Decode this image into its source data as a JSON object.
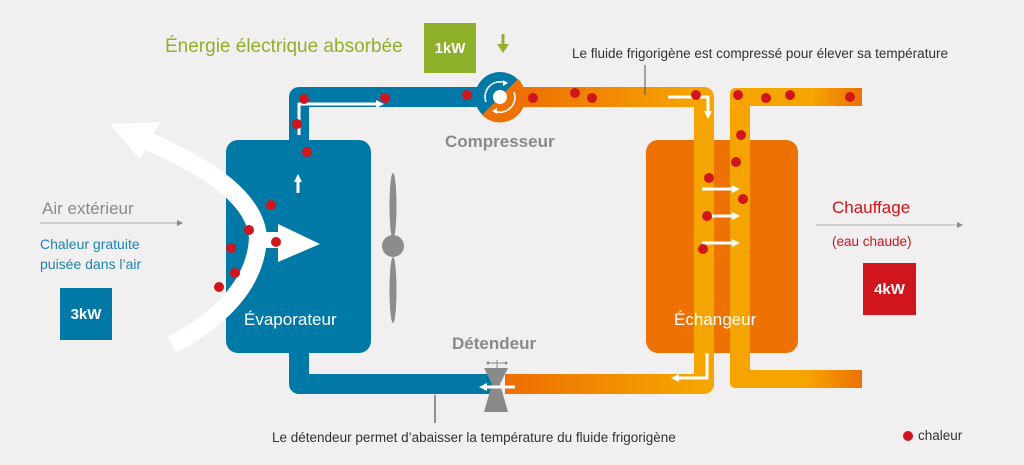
{
  "colors": {
    "background": "#f1eff0",
    "cold_blue": "#0079a7",
    "hot_orange": "#ee7203",
    "warm_yellow": "#f6a500",
    "heat_dot_red": "#d0151c",
    "electric_green": "#8fb12a",
    "label_grey": "#8a8a8a",
    "text_dark": "#333333",
    "fan_grey": "#8c8c8c"
  },
  "electric": {
    "label": "Énergie électrique absorbée",
    "value": "1kW"
  },
  "compressor": {
    "label": "Compresseur",
    "note": "Le fluide frigorigène est compressé pour élever sa température"
  },
  "outside_air": {
    "label": "Air extérieur",
    "free_heat_line1": "Chaleur gratuite",
    "free_heat_line2": "puisée dans l’air",
    "value": "3kW"
  },
  "evaporator": {
    "label": "Évaporateur"
  },
  "exchanger": {
    "label": "Échangeur"
  },
  "heating": {
    "label": "Chauffage",
    "sublabel": "(eau chaude)",
    "value": "4kW"
  },
  "expansion_valve": {
    "label": "Détendeur",
    "note": "Le détendeur permet d’abaisser la température du fluide frigorigène"
  },
  "legend": {
    "heat_label": "chaleur"
  }
}
